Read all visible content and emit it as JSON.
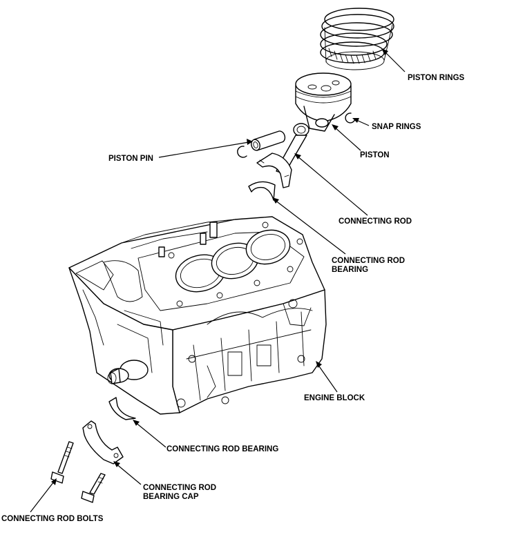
{
  "labels": {
    "piston_rings": "PISTON RINGS",
    "snap_rings": "SNAP RINGS",
    "piston": "PISTON",
    "piston_pin": "PISTON PIN",
    "connecting_rod": "CONNECTING ROD",
    "connecting_rod_bearing_top_line1": "CONNECTING ROD",
    "connecting_rod_bearing_top_line2": "BEARING",
    "engine_block": "ENGINE BLOCK",
    "connecting_rod_bearing_bottom": "CONNECTING ROD BEARING",
    "bearing_cap_line1": "CONNECTING ROD",
    "bearing_cap_line2": "BEARING CAP",
    "connecting_rod_bolts": "CONNECTING ROD BOLTS"
  }
}
